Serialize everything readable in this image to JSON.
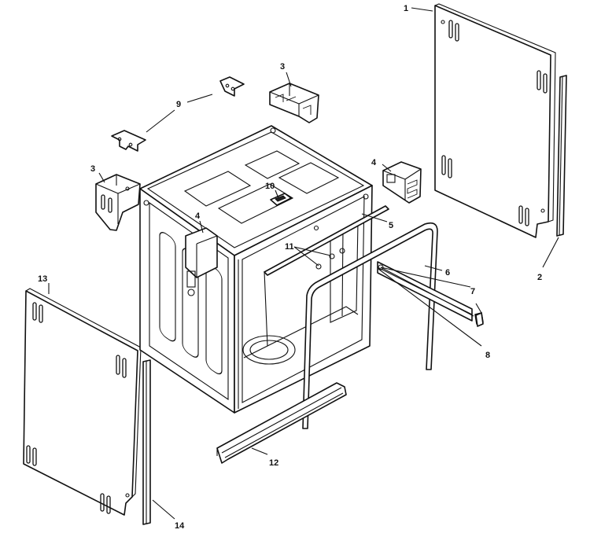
{
  "callouts": [
    {
      "id": "c1",
      "text": "1"
    },
    {
      "id": "c2",
      "text": "2"
    },
    {
      "id": "c3a",
      "text": "3"
    },
    {
      "id": "c3b",
      "text": "3"
    },
    {
      "id": "c4a",
      "text": "4"
    },
    {
      "id": "c4b",
      "text": "4"
    },
    {
      "id": "c5",
      "text": "5"
    },
    {
      "id": "c6",
      "text": "6"
    },
    {
      "id": "c7",
      "text": "7"
    },
    {
      "id": "c8",
      "text": "8"
    },
    {
      "id": "c9",
      "text": "9"
    },
    {
      "id": "c10",
      "text": "10"
    },
    {
      "id": "c11",
      "text": "11"
    },
    {
      "id": "c12",
      "text": "12"
    },
    {
      "id": "c13",
      "text": "13"
    },
    {
      "id": "c14",
      "text": "14"
    }
  ],
  "colors": {
    "line": "#111111",
    "background": "#ffffff"
  }
}
